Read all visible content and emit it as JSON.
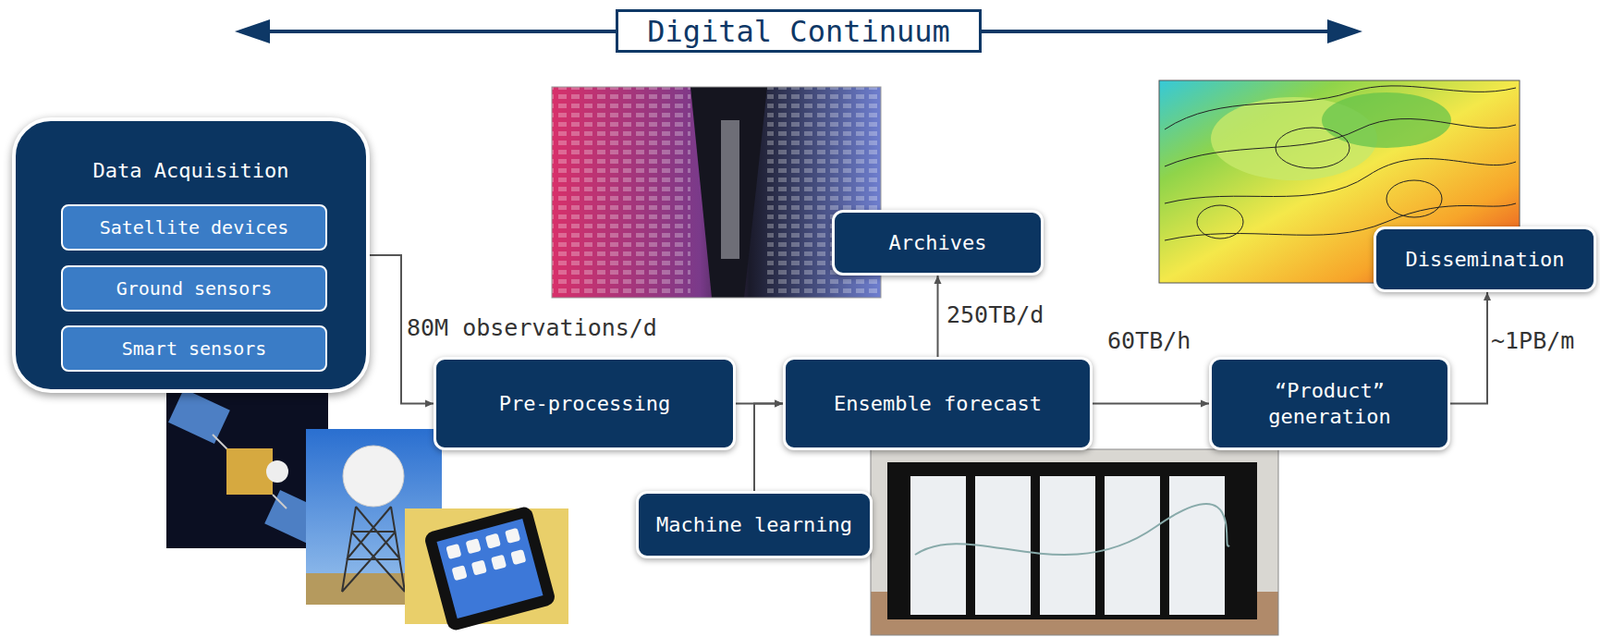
{
  "diagram": {
    "title": "Digital Continuum",
    "nodes": [
      {
        "text": [
          "Data Acquisition"
        ]
      },
      {
        "text": [
          "Satellite devices"
        ],
        "in": 0
      },
      {
        "text": [
          "Ground sensors"
        ],
        "in": 0
      },
      {
        "text": [
          "Smart sensors"
        ],
        "in": 0
      },
      {
        "text": [
          "Pre-processing"
        ]
      },
      {
        "text": [
          "Machine learning"
        ]
      },
      {
        "text": [
          "Ensemble forecast"
        ]
      },
      {
        "text": [
          "Archives"
        ]
      },
      {
        "text": [
          "“Product” generation"
        ]
      },
      {
        "text": [
          "Dissemination"
        ]
      }
    ],
    "edges": [
      {
        "from": 0,
        "to": 4,
        "label": "80M observations/d",
        "arrow": "to"
      },
      {
        "from": 4,
        "to": 6,
        "arrow": "to"
      },
      {
        "from": 5,
        "to": 6,
        "arrow": "to"
      },
      {
        "from": 6,
        "to": 7,
        "label": "250TB/d",
        "arrow": "to"
      },
      {
        "from": 6,
        "to": 8,
        "label": "60TB/h",
        "arrow": "to"
      },
      {
        "from": 8,
        "to": 9,
        "label": "~1PB/m",
        "arrow": "to"
      }
    ]
  }
}
